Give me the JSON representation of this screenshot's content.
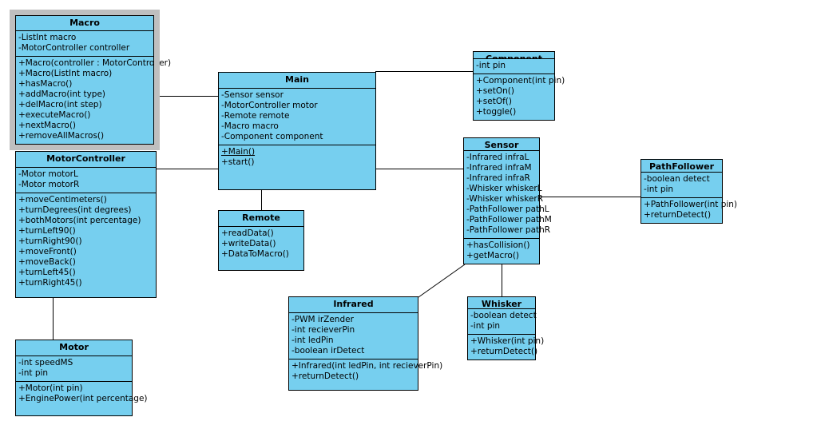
{
  "diagram": {
    "type": "uml-class-diagram",
    "background_color": "#ffffff",
    "class_fill_color": "#76CFEF",
    "class_border_color": "#000000",
    "selection_color": "#BFBFBF"
  },
  "classes": {
    "macro": {
      "name": "Macro",
      "selected": true,
      "attributes": [
        "-ListInt macro",
        "-MotorController controller"
      ],
      "operations": [
        "+Macro(controller : MotorController)",
        "+Macro(ListInt macro)",
        "+hasMacro()",
        "+addMacro(int type)",
        "+delMacro(int step)",
        "+executeMacro()",
        "+nextMacro()",
        "+removeAllMacros()"
      ]
    },
    "motorcontroller": {
      "name": "MotorController",
      "selected": false,
      "attributes": [
        "-Motor motorL",
        "-Motor motorR"
      ],
      "operations": [
        "+moveCentimeters()",
        "+turnDegrees(int degrees)",
        "+bothMotors(int percentage)",
        "+turnLeft90()",
        "+turnRight90()",
        "+moveFront()",
        "+moveBack()",
        "+turnLeft45()",
        "+turnRight45()"
      ]
    },
    "motor": {
      "name": "Motor",
      "selected": false,
      "attributes": [
        "-int speedMS",
        "-int pin"
      ],
      "operations": [
        "+Motor(int pin)",
        "+EnginePower(int percentage)"
      ]
    },
    "main": {
      "name": "Main",
      "selected": false,
      "attributes": [
        "-Sensor sensor",
        "-MotorController motor",
        "-Remote remote",
        "-Macro macro",
        "-Component component"
      ],
      "operations": [
        "+Main()",
        "+start()"
      ],
      "static_operations": [
        "+Main()"
      ]
    },
    "remote": {
      "name": "Remote",
      "selected": false,
      "attributes": [],
      "operations": [
        "+readData()",
        "+writeData()",
        "+DataToMacro()"
      ]
    },
    "component": {
      "name": "Component",
      "selected": false,
      "attributes": [
        "-int pin"
      ],
      "operations": [
        "+Component(int pin)",
        "+setOn()",
        "+setOf()",
        "+toggle()"
      ]
    },
    "sensor": {
      "name": "Sensor",
      "selected": false,
      "attributes": [
        "-Infrared infraL",
        "-Infrared infraM",
        "-Infrared infraR",
        "-Whisker whiskerL",
        "-Whisker whiskerR",
        "-PathFollower pathL",
        "-PathFollower pathM",
        "-PathFollower pathR"
      ],
      "operations": [
        "+hasCollision()",
        "+getMacro()"
      ]
    },
    "pathfollower": {
      "name": "PathFollower",
      "selected": false,
      "attributes": [
        "-boolean detect",
        "-int pin"
      ],
      "operations": [
        "+PathFollower(int pin)",
        "+returnDetect()"
      ]
    },
    "infrared": {
      "name": "Infrared",
      "selected": false,
      "attributes": [
        "-PWM irZender",
        "-int recieverPin",
        "-int ledPin",
        "-boolean irDetect"
      ],
      "operations": [
        "+Infrared(int ledPin, int recieverPin)",
        "+returnDetect()"
      ]
    },
    "whisker": {
      "name": "Whisker",
      "selected": false,
      "attributes": [
        "-boolean detect",
        "-int pin"
      ],
      "operations": [
        "+Whisker(int pin)",
        "+returnDetect()"
      ]
    }
  },
  "associations": [
    {
      "from": "macro",
      "to": "main"
    },
    {
      "from": "motorcontroller",
      "to": "main"
    },
    {
      "from": "motorcontroller",
      "to": "motor"
    },
    {
      "from": "main",
      "to": "component"
    },
    {
      "from": "main",
      "to": "sensor"
    },
    {
      "from": "main",
      "to": "remote"
    },
    {
      "from": "sensor",
      "to": "pathfollower"
    },
    {
      "from": "sensor",
      "to": "infrared"
    },
    {
      "from": "sensor",
      "to": "whisker"
    }
  ]
}
